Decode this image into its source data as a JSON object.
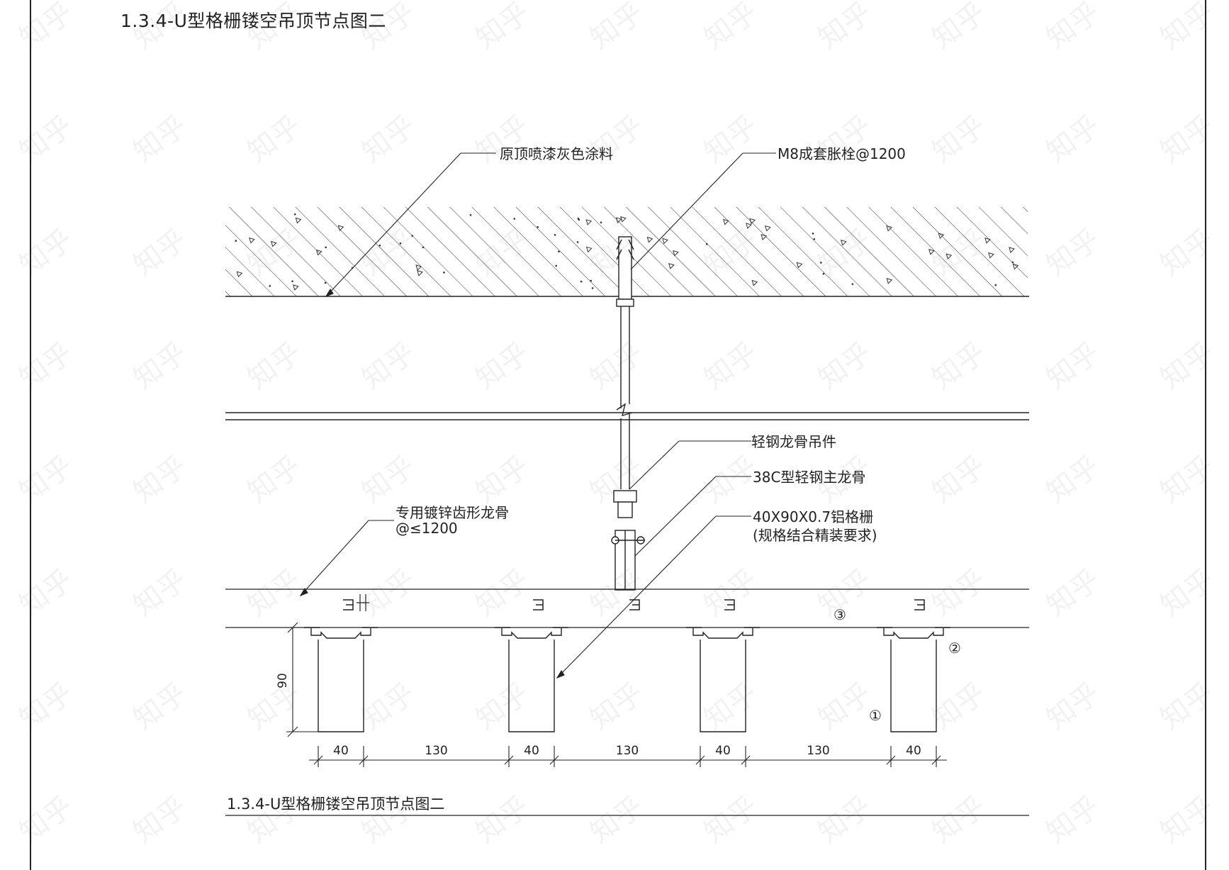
{
  "title": "1.3.4-U型格栅镂空吊顶节点图二",
  "callouts": {
    "ceiling_paint": "原顶喷漆灰色涂料",
    "anchor_bolt": "M8成套胀栓@1200",
    "hanger": "轻钢龙骨吊件",
    "main_keel": "38C型轻钢主龙骨",
    "toothed_keel_line1": "专用镀锌齿形龙骨",
    "toothed_keel_line2": "@≤1200",
    "grille_line1": "40X90X0.7铝格栅",
    "grille_line2": "(规格结合精装要求)"
  },
  "markers": [
    "①",
    "②",
    "③"
  ],
  "dimensions": {
    "height": "90",
    "horizontal": [
      "40",
      "130",
      "40",
      "130",
      "40",
      "130",
      "40"
    ]
  },
  "caption": "1.3.4-U型格栅镂空吊顶节点图二",
  "watermark": "知乎"
}
